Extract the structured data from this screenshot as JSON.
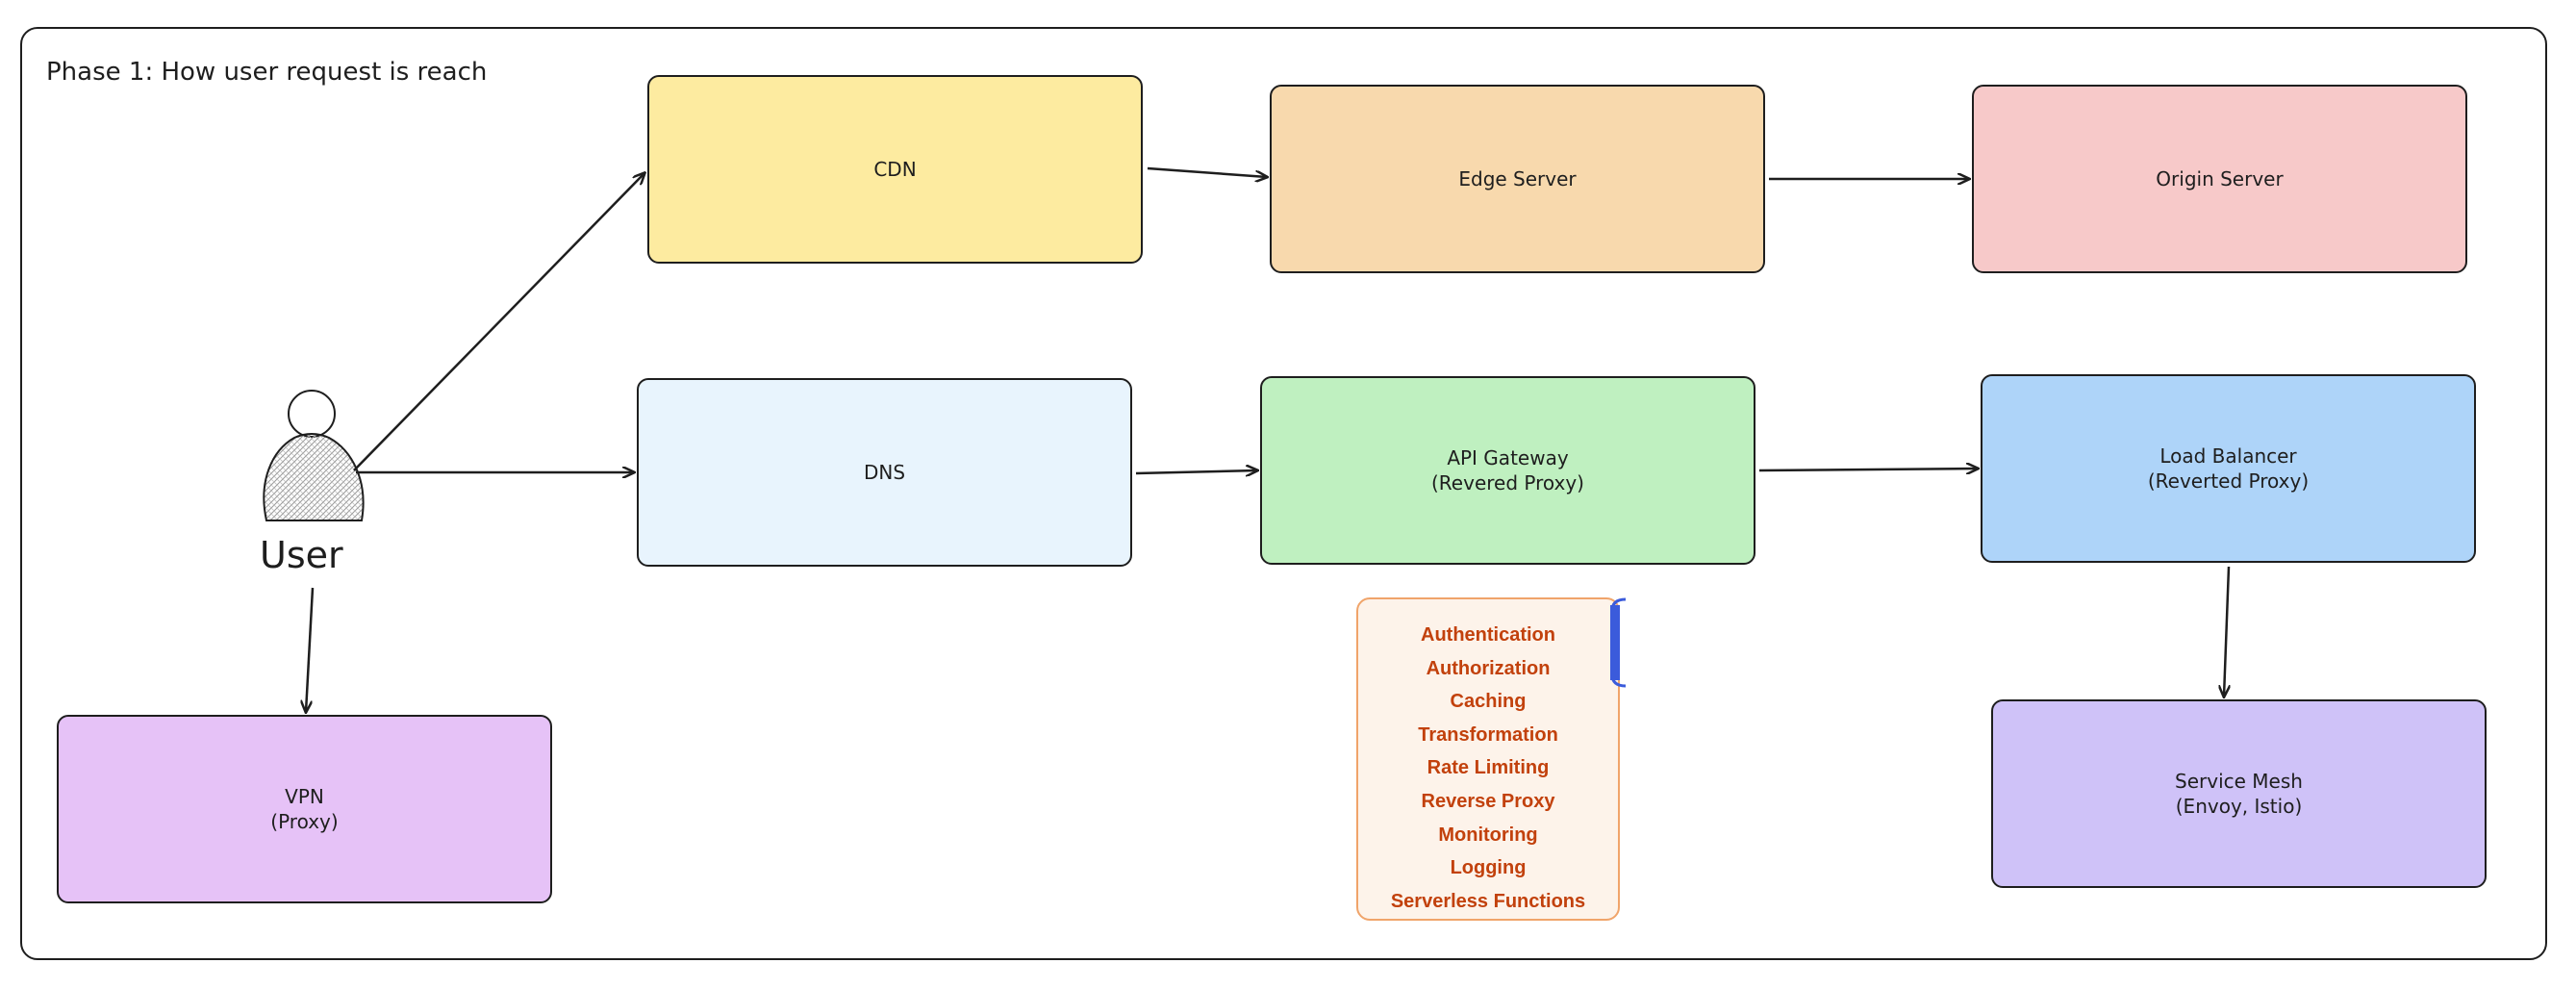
{
  "title": "Phase 1: How user request is reach",
  "user": {
    "label": "User"
  },
  "nodes": {
    "cdn": {
      "label": "CDN",
      "fill": "#fdeba0"
    },
    "edge_server": {
      "label": "Edge Server",
      "fill": "#f8d9ad"
    },
    "origin_server": {
      "label": "Origin Server",
      "fill": "#f7c9c9"
    },
    "dns": {
      "label": "DNS",
      "fill": "#e8f4fd"
    },
    "api_gateway": {
      "label": "API Gateway\n(Revered Proxy)",
      "fill": "#bff0c0"
    },
    "load_balancer": {
      "label": "Load Balancer\n(Reverted Proxy)",
      "fill": "#aed4f9"
    },
    "vpn": {
      "label": "VPN\n(Proxy)",
      "fill": "#e6c2f7"
    },
    "service_mesh": {
      "label": "Service Mesh\n(Envoy, Istio)",
      "fill": "#cfc2f8"
    }
  },
  "gateway_features": {
    "items": [
      "Authentication",
      "Authorization",
      "Caching",
      "Transformation",
      "Rate Limiting",
      "Reverse Proxy",
      "Monitoring",
      "Logging",
      "Serverless Functions"
    ],
    "text_color": "#c2410c",
    "border_color": "#f0a46a",
    "bracket_color": "#3b5bdb"
  },
  "edges": [
    {
      "from": "User",
      "to": "CDN"
    },
    {
      "from": "User",
      "to": "DNS"
    },
    {
      "from": "User",
      "to": "VPN"
    },
    {
      "from": "CDN",
      "to": "Edge Server"
    },
    {
      "from": "Edge Server",
      "to": "Origin Server"
    },
    {
      "from": "DNS",
      "to": "API Gateway"
    },
    {
      "from": "API Gateway",
      "to": "Load Balancer"
    },
    {
      "from": "Load Balancer",
      "to": "Service Mesh"
    }
  ]
}
